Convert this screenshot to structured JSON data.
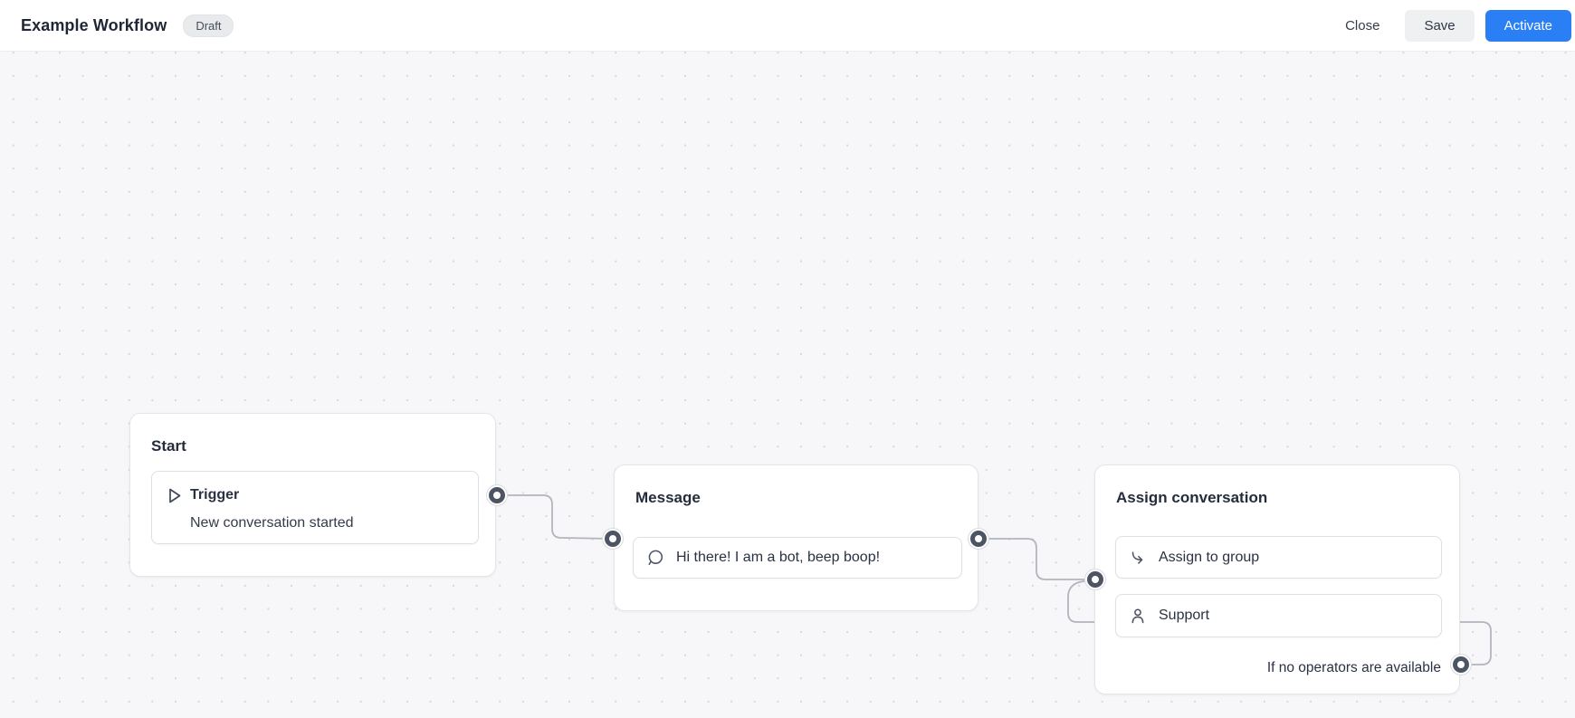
{
  "header": {
    "title": "Example Workflow",
    "status_badge": "Draft",
    "close_label": "Close",
    "save_label": "Save",
    "activate_label": "Activate"
  },
  "colors": {
    "accent_blue": "#2b7ff5",
    "canvas_background": "#f7f7f9",
    "edge_gray": "#b2b5bc",
    "connector_ring": "#4d5565"
  },
  "nodes": {
    "start": {
      "title": "Start",
      "items": [
        {
          "icon": "play-icon",
          "title": "Trigger",
          "subtitle": "New conversation started"
        }
      ]
    },
    "message": {
      "title": "Message",
      "items": [
        {
          "icon": "chat-bubble-icon",
          "label": "Hi there! I am a bot, beep boop!"
        }
      ]
    },
    "assign": {
      "title": "Assign conversation",
      "items": [
        {
          "icon": "assign-arrow-icon",
          "label": "Assign to group"
        },
        {
          "icon": "user-icon",
          "label": "Support"
        }
      ],
      "fallback_label": "If no operators are available"
    }
  }
}
